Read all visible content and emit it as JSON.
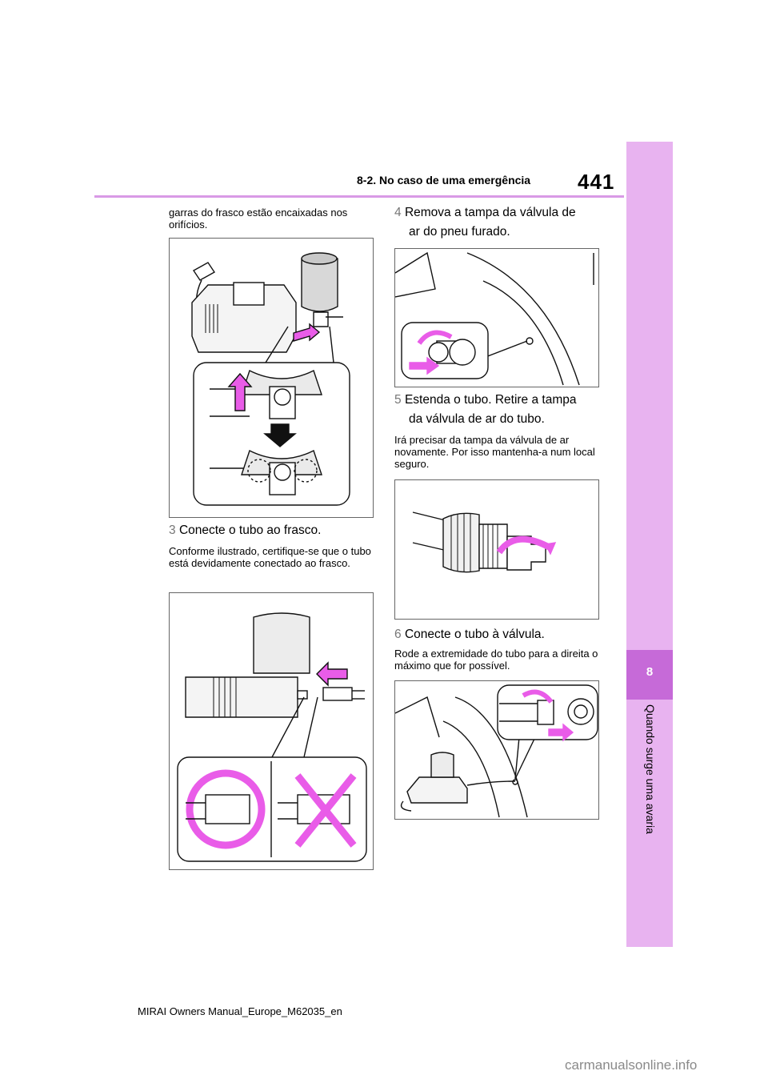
{
  "header": {
    "page_number": "441",
    "section": "8-2. No caso de uma emergência"
  },
  "side_tab": {
    "chapter_number": "8",
    "chapter_title": "Quando surge uma avaria"
  },
  "left_column": {
    "intro_text": "garras do frasco estão encaixadas nos orifícios.",
    "step3": {
      "number": "3",
      "title": "Conecte o tubo ao frasco.",
      "text": "Conforme ilustrado, certifique-se que o tubo está devidamente conectado ao frasco."
    }
  },
  "right_column": {
    "step4": {
      "number": "4",
      "title_line1": "Remova a tampa da válvula de",
      "title_line2": "ar do pneu furado."
    },
    "step5": {
      "number": "5",
      "title_line1": "Estenda o tubo. Retire a tampa",
      "title_line2": "da válvula de ar do tubo.",
      "text": "Irá precisar da tampa da válvula de ar novamente. Por isso mantenha-a num local seguro."
    },
    "step6": {
      "number": "6",
      "title": "Conecte o tubo à válvula.",
      "text": "Rode a extremidade do tubo para a direita o máximo que for possível."
    }
  },
  "footer": {
    "manual_name": "MIRAI Owners Manual_Europe_M62035_en"
  },
  "watermark": "carmanualsonline.info",
  "colors": {
    "accent_pink": "#e95ce8",
    "tab_light": "#e8b3f0",
    "tab_dark": "#c66ad8",
    "rule": "#d99ae6"
  }
}
